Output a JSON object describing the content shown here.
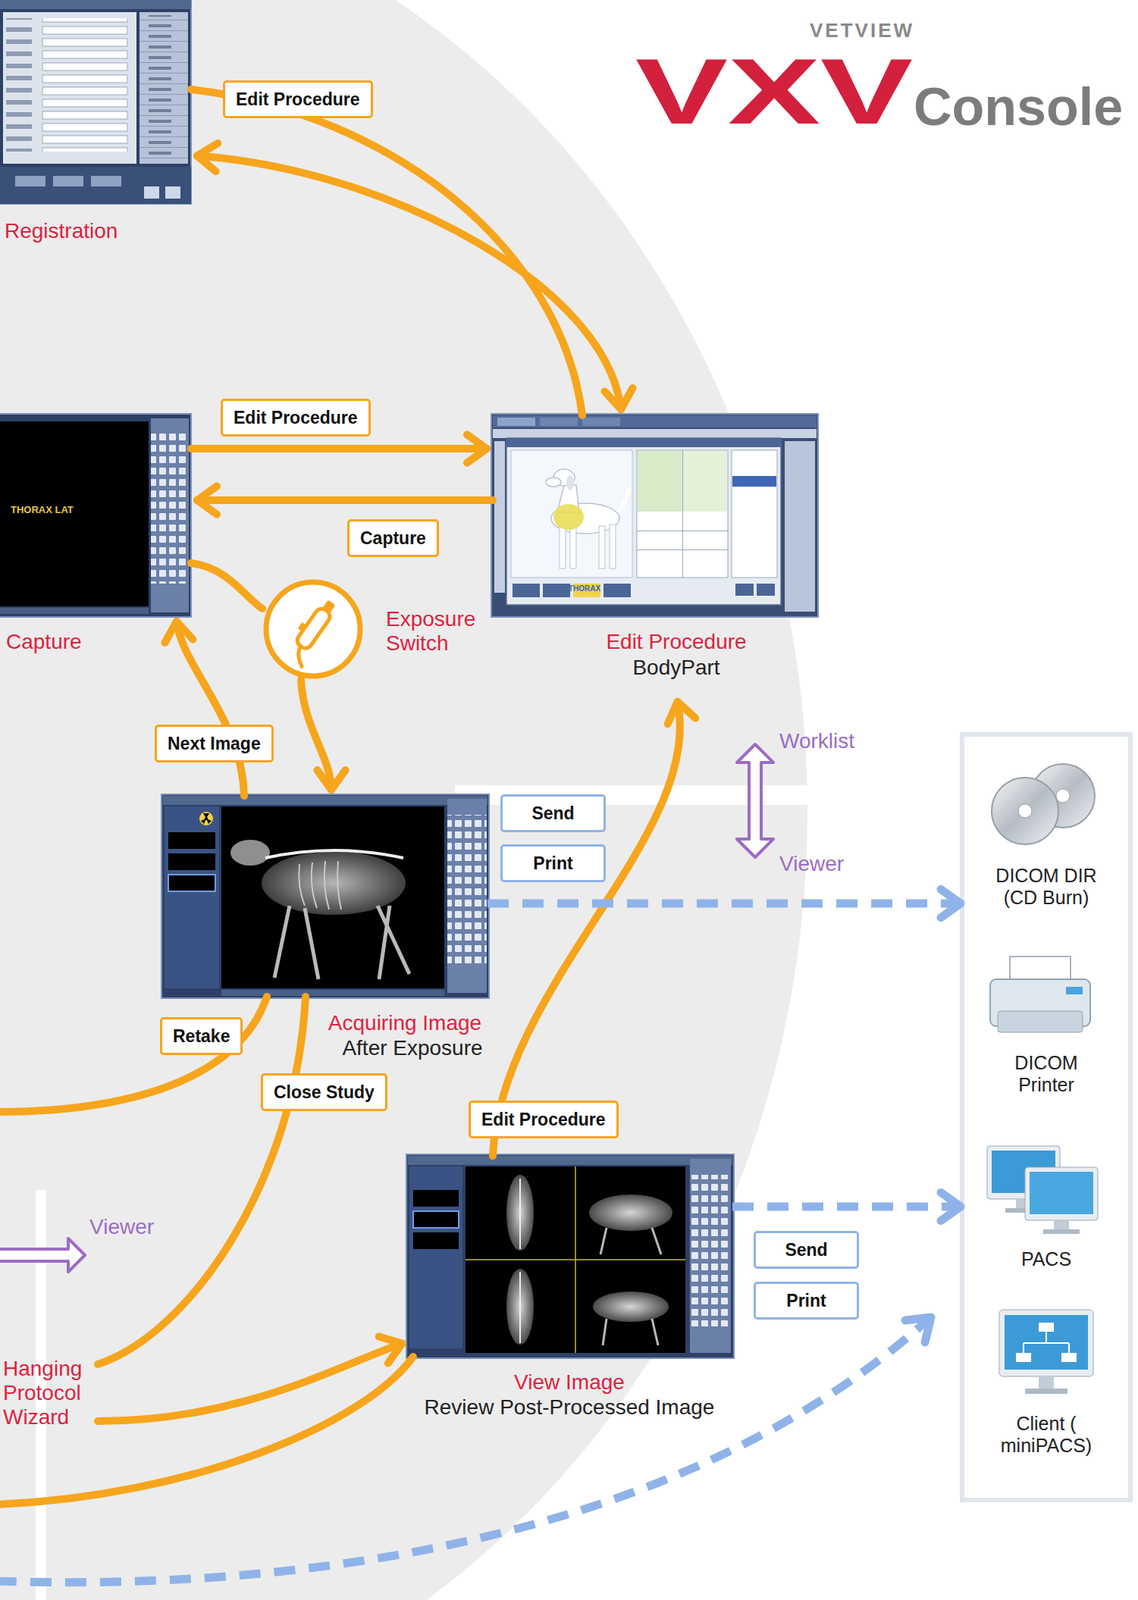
{
  "diagram": {
    "nodes": [
      {
        "text": [
          "Registration"
        ]
      },
      {
        "text": [
          "THORAX LAT",
          "Capture"
        ]
      },
      {
        "text": [
          "THORAX",
          "Edit Procedure",
          "BodyPart"
        ]
      },
      {
        "text": [
          "Exposure Switch"
        ]
      },
      {
        "text": [
          "Acquiring Image",
          "After Exposure"
        ]
      },
      {
        "text": [
          "View Image",
          "Review Post-Processed Image"
        ]
      },
      {
        "text": [
          "Hanging Protocol Wizard"
        ]
      },
      {
        "text": [
          "DICOM DIR (CD Burn)"
        ]
      },
      {
        "text": [
          "DICOM Printer"
        ]
      },
      {
        "text": [
          "PACS"
        ]
      },
      {
        "text": [
          "Client ( miniPACS)"
        ]
      }
    ],
    "edges": [
      {
        "from": 0,
        "to": 2,
        "arrow": "both",
        "label": "Edit Procedure"
      },
      {
        "from": 1,
        "to": 2,
        "arrow": "to",
        "label": "Edit Procedure"
      },
      {
        "from": 2,
        "to": 1,
        "arrow": "to",
        "label": "Capture"
      },
      {
        "from": 1,
        "to": 3,
        "arrow": "none"
      },
      {
        "from": 3,
        "to": 4,
        "arrow": "to"
      },
      {
        "from": 4,
        "to": 1,
        "arrow": "to",
        "label": "Next Image"
      },
      {
        "from": 4,
        "to": 6,
        "arrow": "none",
        "label": "Close Study"
      },
      {
        "from": 6,
        "to": 5,
        "arrow": "to"
      },
      {
        "from": 5,
        "to": 2,
        "arrow": "to",
        "label": "Edit Procedure"
      },
      {
        "from": 4,
        "to": 7,
        "arrow": "to"
      },
      {
        "from": 5,
        "to": 9,
        "arrow": "to"
      }
    ],
    "labels": [
      "VETVIEW",
      "VXV",
      "Console",
      "Worklist",
      "Send",
      "Print",
      "Viewer",
      "Retake",
      "Viewer",
      "Send",
      "Print"
    ]
  }
}
